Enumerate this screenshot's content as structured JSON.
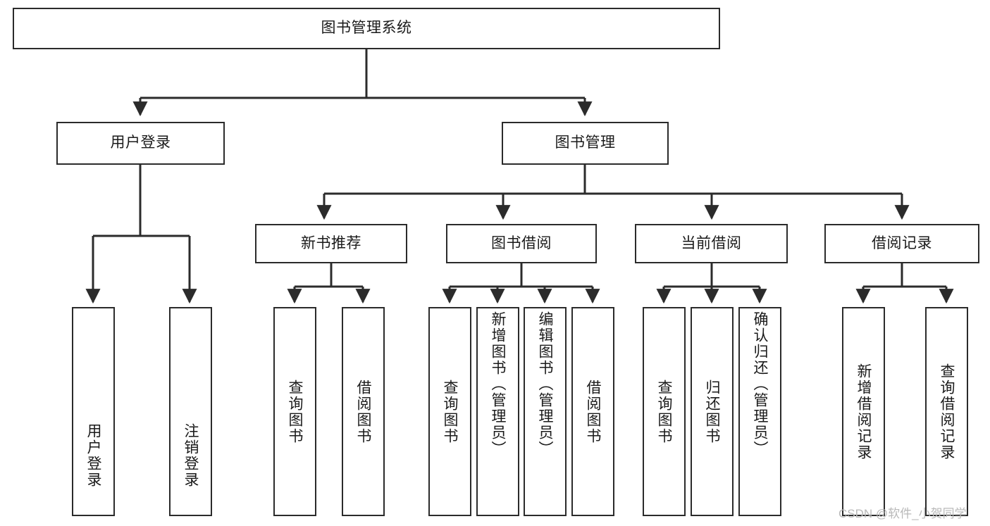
{
  "diagram": {
    "title": "图书管理系统",
    "type": "hierarchy-tree",
    "watermark": "CSDN @软件_小贺同学",
    "colors": {
      "box_border": "#2b2b2b",
      "box_fill": "#ffffff",
      "connector": "#2b2b2b",
      "text": "#1a1a1a",
      "watermark": "#b9b9b9",
      "background": "#ffffff"
    },
    "nodes": {
      "root": {
        "label": "图书管理系统",
        "level": 1
      },
      "user_login": {
        "label": "用户登录",
        "level": 2
      },
      "book_manage": {
        "label": "图书管理",
        "level": 2
      },
      "new_book_rec": {
        "label": "新书推荐",
        "level": 3
      },
      "book_borrow": {
        "label": "图书借阅",
        "level": 3
      },
      "current_borrow": {
        "label": "当前借阅",
        "level": 3
      },
      "borrow_record": {
        "label": "借阅记录",
        "level": 3
      },
      "leaf_user_login": {
        "label": "用户登录",
        "level": 4
      },
      "leaf_logout": {
        "label": "注销登录",
        "level": 4
      },
      "leaf_query_book_1": {
        "label": "查询图书",
        "level": 4
      },
      "leaf_borrow_book_1": {
        "label": "借阅图书",
        "level": 4
      },
      "leaf_query_book_2": {
        "label": "查询图书",
        "level": 4
      },
      "leaf_add_book": {
        "label": "新增图书（管理员）",
        "level": 4
      },
      "leaf_edit_book": {
        "label": "编辑图书（管理员）",
        "level": 4
      },
      "leaf_borrow_book_2": {
        "label": "借阅图书",
        "level": 4
      },
      "leaf_query_book_3": {
        "label": "查询图书",
        "level": 4
      },
      "leaf_return_book": {
        "label": "归还图书",
        "level": 4
      },
      "leaf_confirm_return": {
        "label": "确认归还（管理员）",
        "level": 4
      },
      "leaf_add_record": {
        "label": "新增借阅记录",
        "level": 4
      },
      "leaf_query_record": {
        "label": "查询借阅记录",
        "level": 4
      }
    },
    "edges": [
      {
        "from": "root",
        "to": "user_login"
      },
      {
        "from": "root",
        "to": "book_manage"
      },
      {
        "from": "book_manage",
        "to": "new_book_rec"
      },
      {
        "from": "book_manage",
        "to": "book_borrow"
      },
      {
        "from": "book_manage",
        "to": "current_borrow"
      },
      {
        "from": "book_manage",
        "to": "borrow_record"
      },
      {
        "from": "user_login",
        "to": "leaf_user_login"
      },
      {
        "from": "user_login",
        "to": "leaf_logout"
      },
      {
        "from": "new_book_rec",
        "to": "leaf_query_book_1"
      },
      {
        "from": "new_book_rec",
        "to": "leaf_borrow_book_1"
      },
      {
        "from": "book_borrow",
        "to": "leaf_query_book_2"
      },
      {
        "from": "book_borrow",
        "to": "leaf_add_book"
      },
      {
        "from": "book_borrow",
        "to": "leaf_edit_book"
      },
      {
        "from": "book_borrow",
        "to": "leaf_borrow_book_2"
      },
      {
        "from": "current_borrow",
        "to": "leaf_query_book_3"
      },
      {
        "from": "current_borrow",
        "to": "leaf_return_book"
      },
      {
        "from": "current_borrow",
        "to": "leaf_confirm_return"
      },
      {
        "from": "borrow_record",
        "to": "leaf_add_record"
      },
      {
        "from": "borrow_record",
        "to": "leaf_query_record"
      }
    ]
  }
}
